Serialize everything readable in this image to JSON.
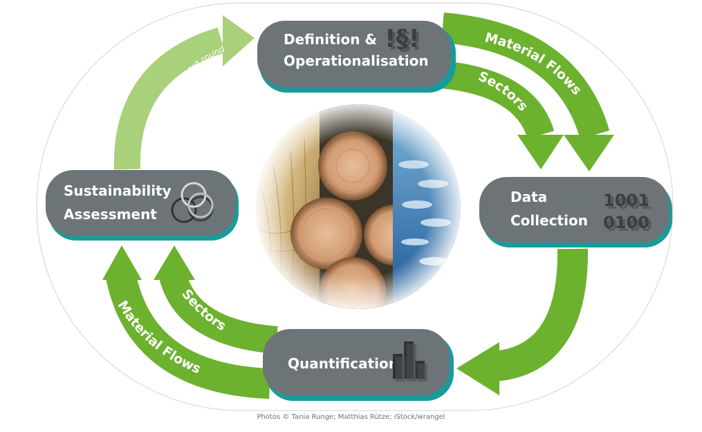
{
  "colors": {
    "arrow_green": "#6cb22e",
    "light_green": "#a9d07a",
    "pill_gray": "#6d7478",
    "pill_teal": "#1a9b9b",
    "icon_dark": "#3a3f42",
    "frame": "#dadada"
  },
  "nodes": {
    "definition": {
      "line1": "Definition &",
      "line2": "Operationalisation",
      "icon": "paragraph-icon",
      "icon_text": "!§!"
    },
    "data": {
      "line1": "Data",
      "line2": "Collection",
      "icon": "binary-icon",
      "bits1": "1001",
      "bits2": "0100"
    },
    "quantification": {
      "label": "Quantification",
      "icon": "bar-chart-icon"
    },
    "sustainability": {
      "line1": "Sustainability",
      "line2": "Assessment",
      "icon": "venn-circles-icon"
    }
  },
  "arrows": {
    "material_flows_top": "Material Flows",
    "sectors_top": "Sectors",
    "material_flows_bottom": "Material Flows",
    "sectors_bottom": "Sectors",
    "revision": "possible revision for next round"
  },
  "center_image": {
    "panels": [
      "wheat-photo",
      "logs-photo",
      "fish-photo"
    ]
  },
  "credit": "Photos © Tania Runge; Matthias Rütze; iStock/wrangel"
}
